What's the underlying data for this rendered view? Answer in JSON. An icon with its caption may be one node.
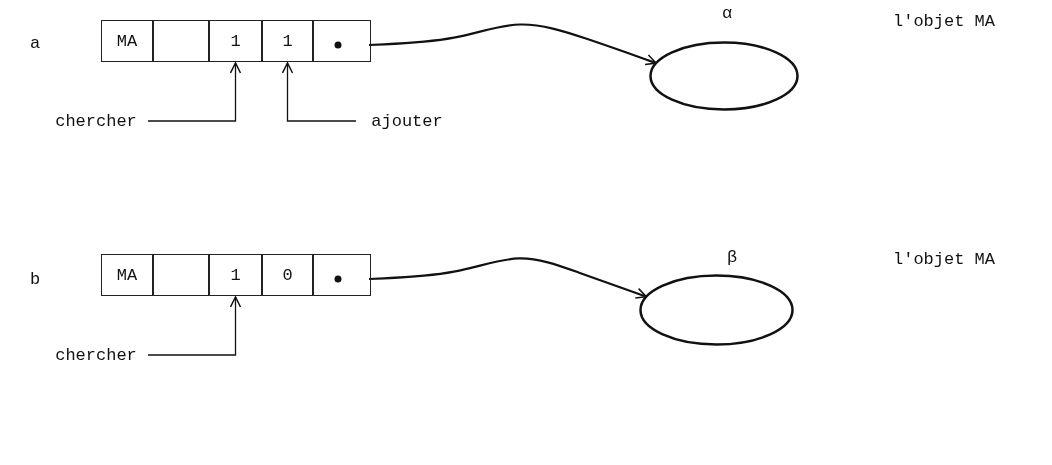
{
  "diagram": {
    "nodes": [
      {
        "text": [
          "MA"
        ]
      },
      {
        "text": [],
        "shape": "box"
      },
      {
        "text": [
          "1"
        ]
      },
      {
        "text": [
          "1"
        ]
      },
      {
        "text": [],
        "shape": "box"
      },
      {
        "text": [],
        "shape": "circle",
        "beside": [
          "α"
        ]
      },
      {
        "text": [
          "chercher"
        ]
      },
      {
        "text": [
          "ajouter"
        ]
      },
      {
        "text": [
          "MA"
        ]
      },
      {
        "text": [],
        "shape": "box"
      },
      {
        "text": [
          "1"
        ]
      },
      {
        "text": [
          "0"
        ]
      },
      {
        "text": [],
        "shape": "box"
      },
      {
        "text": [],
        "shape": "circle",
        "beside": [
          "β"
        ]
      },
      {
        "text": [
          "chercher"
        ]
      }
    ],
    "edges": [
      {
        "from": 4,
        "to": 5,
        "arrow": "to"
      },
      {
        "from": 6,
        "to": 2,
        "arrow": "to"
      },
      {
        "from": 7,
        "to": 3,
        "arrow": "to"
      },
      {
        "from": 12,
        "to": 13,
        "arrow": "to"
      },
      {
        "from": 14,
        "to": 10,
        "arrow": "to"
      }
    ],
    "labels": [
      "l'objet MA",
      "a",
      "l'objet MA",
      "b"
    ]
  }
}
